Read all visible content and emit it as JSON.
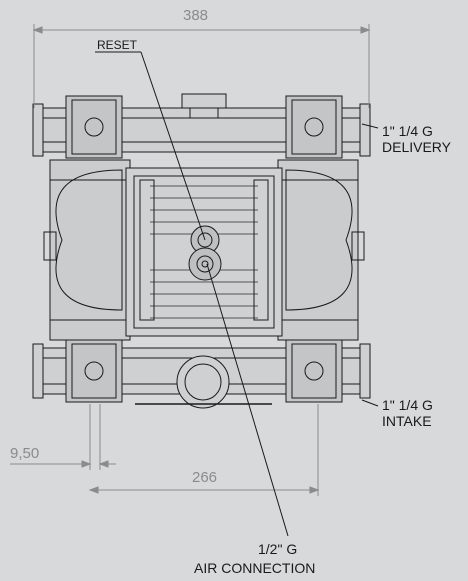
{
  "dimensions": {
    "overall_width": "388",
    "port_offset": "9,50",
    "foot_span": "266"
  },
  "callouts": {
    "reset": "RESET",
    "delivery_size": "1\" 1/4 G",
    "delivery": "DELIVERY",
    "intake_size": "1\" 1/4 G",
    "intake": "INTAKE",
    "air_size": "1/2\" G",
    "air": "AIR CONNECTION"
  },
  "colors": {
    "background": "#d8d9da",
    "line": "#1a1a1a",
    "dimension": "#8a8b8c"
  }
}
